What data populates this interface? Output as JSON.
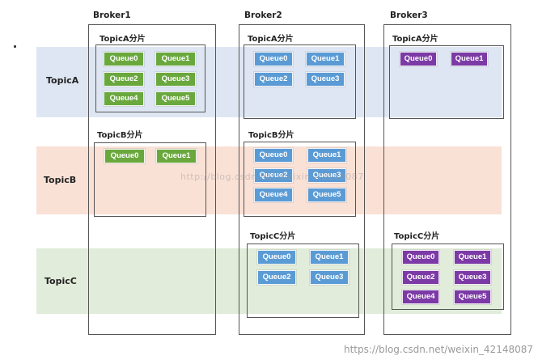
{
  "topics": [
    "TopicA",
    "TopicB",
    "TopicC"
  ],
  "brokers": [
    {
      "title": "Broker1",
      "partitions": [
        {
          "title": "TopicA分片",
          "queues": [
            "Queue0",
            "Queue1",
            "Queue2",
            "Queue3",
            "Queue4",
            "Queue5"
          ],
          "color": "#6aa83e"
        },
        {
          "title": "TopicB分片",
          "queues": [
            "Queue0",
            "Queue1"
          ],
          "color": "#6aa83e"
        }
      ]
    },
    {
      "title": "Broker2",
      "partitions": [
        {
          "title": "TopicA分片",
          "queues": [
            "Queue0",
            "Queue1",
            "Queue2",
            "Queue3"
          ],
          "color": "#5b9bd5"
        },
        {
          "title": "TopicB分片",
          "queues": [
            "Queue0",
            "Queue1",
            "Queue2",
            "Queue3",
            "Queue4",
            "Queue5"
          ],
          "color": "#5b9bd5"
        },
        {
          "title": "TopicC分片",
          "queues": [
            "Queue0",
            "Queue1",
            "Queue2",
            "Queue3"
          ],
          "color": "#5b9bd5"
        }
      ]
    },
    {
      "title": "Broker3",
      "partitions": [
        {
          "title": "TopicA分片",
          "queues": [
            "Queue0",
            "Queue1"
          ],
          "color": "#7b3aa5"
        },
        {
          "title": "TopicC分片",
          "queues": [
            "Queue0",
            "Queue1",
            "Queue2",
            "Queue3",
            "Queue4",
            "Queue5"
          ],
          "color": "#7b3aa5"
        }
      ]
    }
  ],
  "watermarks": {
    "middle": "http://blog.csdn.net/weixin_42148087",
    "bottom": "https://blog.csdn.net/weixin_42148087"
  }
}
